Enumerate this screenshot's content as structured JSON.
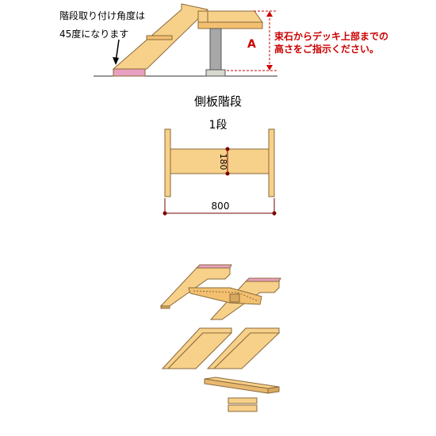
{
  "top": {
    "angle_note_line1": "階段取り付け角度は",
    "angle_note_line2": "45度になります",
    "height_label": "A",
    "instruction_line1": "束石からデッキ上部までの",
    "instruction_line2": "高さをご指示ください。"
  },
  "middle": {
    "title": "側板階段",
    "step_count": "1段",
    "height_dim": "180",
    "width_dim": "800"
  },
  "colors": {
    "wood": "#f7d08a",
    "wood_edge": "#8a6a3a",
    "dim_red": "#cc0000",
    "dim_dot": "#7a0000",
    "pink": "#e8a0c0",
    "concrete": "#d8d8d0",
    "post": "#a8a8a8"
  }
}
